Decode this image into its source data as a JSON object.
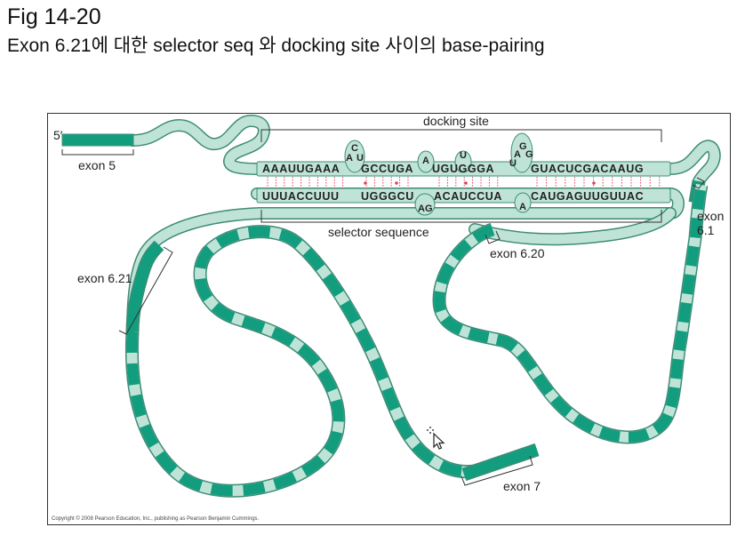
{
  "slide": {
    "title": "Fig 14-20",
    "subtitle": "Exon  6.21에 대한 selector seq 와 docking site 사이의 base-pairing"
  },
  "figure": {
    "prime_label": "5′",
    "labels": {
      "docking_site": "docking site",
      "selector_sequence": "selector sequence",
      "exon5": "exon 5",
      "exon621": "exon 6.21",
      "exon620": "exon 6.20",
      "exon61_line1": "exon",
      "exon61_line2": "6.1",
      "exon7": "exon 7"
    },
    "sequences": {
      "top_a": "AAAUUGAAA",
      "top_b": "GCCUGA",
      "top_c": "UGUGGGA",
      "top_d": "GUACUCGACAAUG",
      "bottom_a": "UUUACCUUU",
      "bottom_b": "UGGGCU",
      "bottom_c": "ACAUCCUA",
      "bottom_d": "CAUGAGUUGUUAC",
      "loop_top_1": [
        "A",
        "C",
        "U"
      ],
      "loop_top_2": "A",
      "loop_top_3": "U",
      "loop_top_4": [
        "U",
        "A",
        "G",
        "G"
      ],
      "loop_bottom_1": "AG",
      "loop_bottom_2": "A"
    },
    "copyright": "Copyright © 2008 Pearson Education, Inc., publishing as Pearson Benjamin Cummings."
  },
  "colors": {
    "exon_dark": "#129e7e",
    "intron_light": "#bfe4d7",
    "strand_outline": "#3e8c76",
    "pair_mark": "#e0405a",
    "text": "#222222"
  }
}
